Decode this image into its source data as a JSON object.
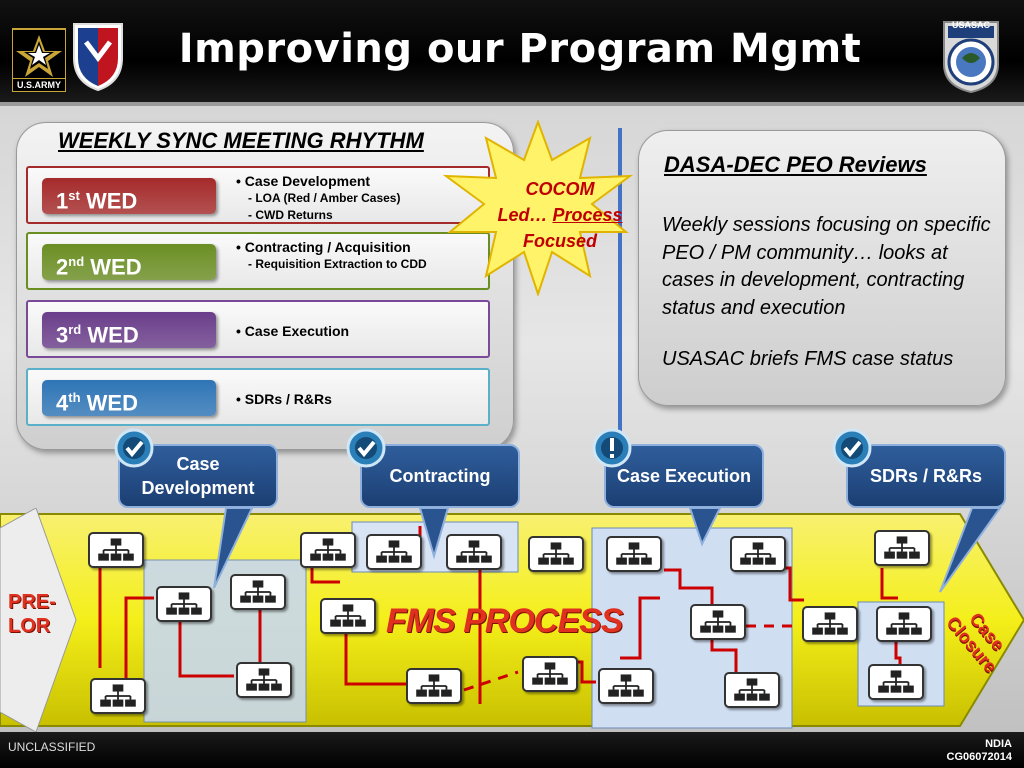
{
  "header": {
    "title": "Improving our Program Mgmt",
    "army_logo_text": "U.S.ARMY",
    "seal_text": "USASAC"
  },
  "rhythm": {
    "title": "WEEKLY SYNC MEETING RHYTHM",
    "weeks": [
      {
        "num": "1",
        "suffix": "st",
        "label": "WED",
        "color": "#a52a2a",
        "border": "#a52a2a",
        "item": "Case Development",
        "subs": [
          "- LOA (Red / Amber Cases)",
          "- CWD Returns"
        ]
      },
      {
        "num": "2",
        "suffix": "nd",
        "label": "WED",
        "color": "#6b8e23",
        "border": "#6b8e23",
        "item": "Contracting / Acquisition",
        "subs": [
          "-  Requisition Extraction to CDD"
        ]
      },
      {
        "num": "3",
        "suffix": "rd",
        "label": "WED",
        "color": "#6a3d8a",
        "border": "#7a4a9a",
        "item": "Case Execution",
        "subs": []
      },
      {
        "num": "4",
        "suffix": "th",
        "label": "WED",
        "color": "#2e75b6",
        "border": "#5ab0c8",
        "item": "SDRs / R&Rs",
        "subs": []
      }
    ]
  },
  "cocom": {
    "line1": "COCOM",
    "line2a": "Led… ",
    "line2b": "Process",
    "line3": "Focused"
  },
  "peo": {
    "title": "DASA-DEC PEO Reviews",
    "body": "Weekly sessions focusing on specific PEO / PM community… looks at cases in development, contracting status and execution",
    "brief": "USASAC briefs FMS case status"
  },
  "process": {
    "label": "FMS PROCESS",
    "pre_lor_1": "PRE-",
    "pre_lor_2": "LOR",
    "closure_1": "Case",
    "closure_2": "Closure"
  },
  "callouts": [
    {
      "text": "Case Development",
      "icon": "check-icon"
    },
    {
      "text": "Contracting",
      "icon": "check-icon"
    },
    {
      "text": "Case Execution",
      "icon": "exclamation-icon"
    },
    {
      "text": "SDRs / R&Rs",
      "icon": "check-icon"
    }
  ],
  "footer": {
    "classification": "UNCLASSIFIED",
    "org": "NDIA",
    "code": "CG06072014"
  },
  "colors": {
    "band_yellow": "#f4ef1a",
    "process_red": "#e03020",
    "callout_blue": "#2f5e9c"
  }
}
